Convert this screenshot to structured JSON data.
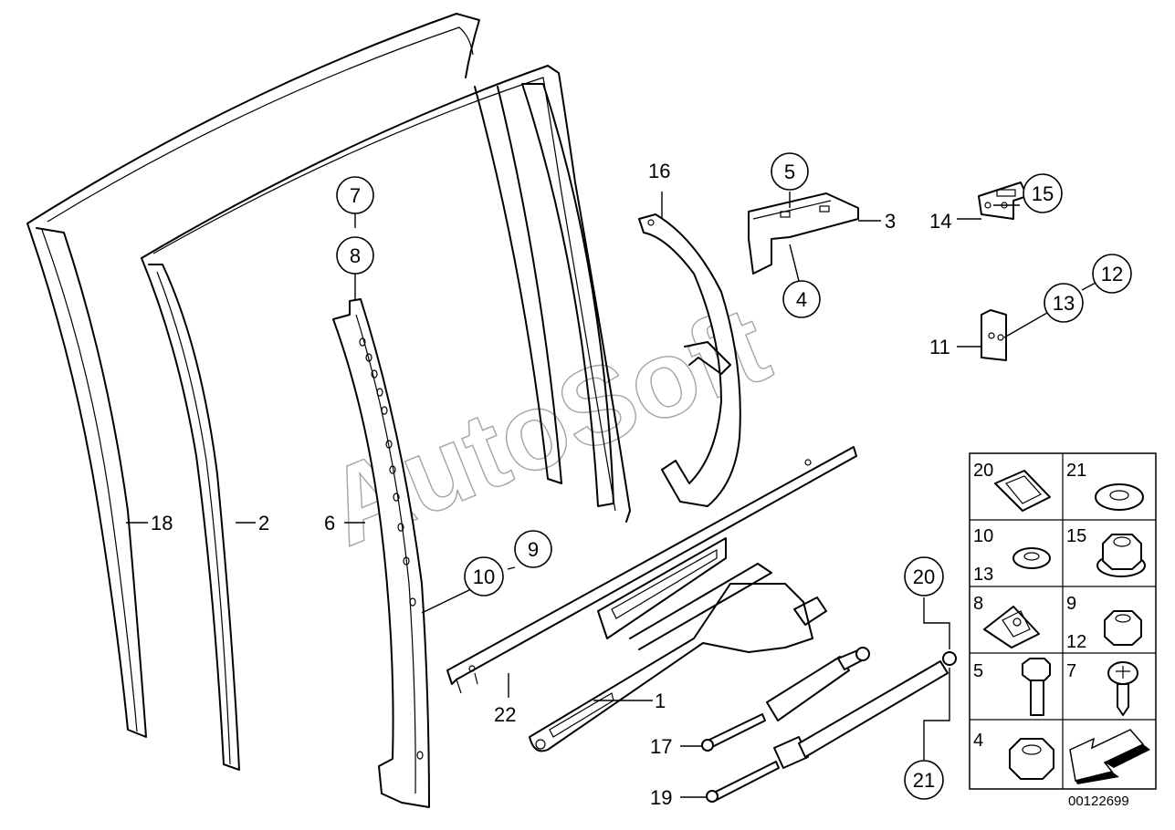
{
  "watermark": "AutoSoft",
  "diagram_ref": "00122699",
  "callouts": {
    "c1": "1",
    "c2": "2",
    "c3": "3",
    "c4": "4",
    "c5": "5",
    "c6": "6",
    "c7": "7",
    "c8": "8",
    "c9": "9",
    "c10": "10",
    "c11": "11",
    "c12": "12",
    "c13": "13",
    "c14": "14",
    "c15": "15",
    "c16": "16",
    "c17": "17",
    "c18": "18",
    "c19": "19",
    "c20": "20",
    "c21": "21",
    "c22": "22"
  },
  "inset": {
    "cells": [
      {
        "labels": [
          "20"
        ],
        "icon": "clip-nut-icon"
      },
      {
        "labels": [
          "21"
        ],
        "icon": "washer-icon"
      },
      {
        "labels": [
          "10",
          "13"
        ],
        "icon": "washer-icon"
      },
      {
        "labels": [
          "15"
        ],
        "icon": "hex-flange-nut-icon"
      },
      {
        "labels": [
          "8"
        ],
        "icon": "speed-nut-icon"
      },
      {
        "labels": [
          "9",
          "12"
        ],
        "icon": "hex-nut-icon"
      },
      {
        "labels": [
          "5"
        ],
        "icon": "hex-bolt-icon"
      },
      {
        "labels": [
          "7"
        ],
        "icon": "pan-head-screw-icon"
      },
      {
        "labels": [
          "4"
        ],
        "icon": "hex-nut-icon"
      },
      {
        "labels": [
          ""
        ],
        "icon": "direction-arrow-icon"
      }
    ]
  }
}
